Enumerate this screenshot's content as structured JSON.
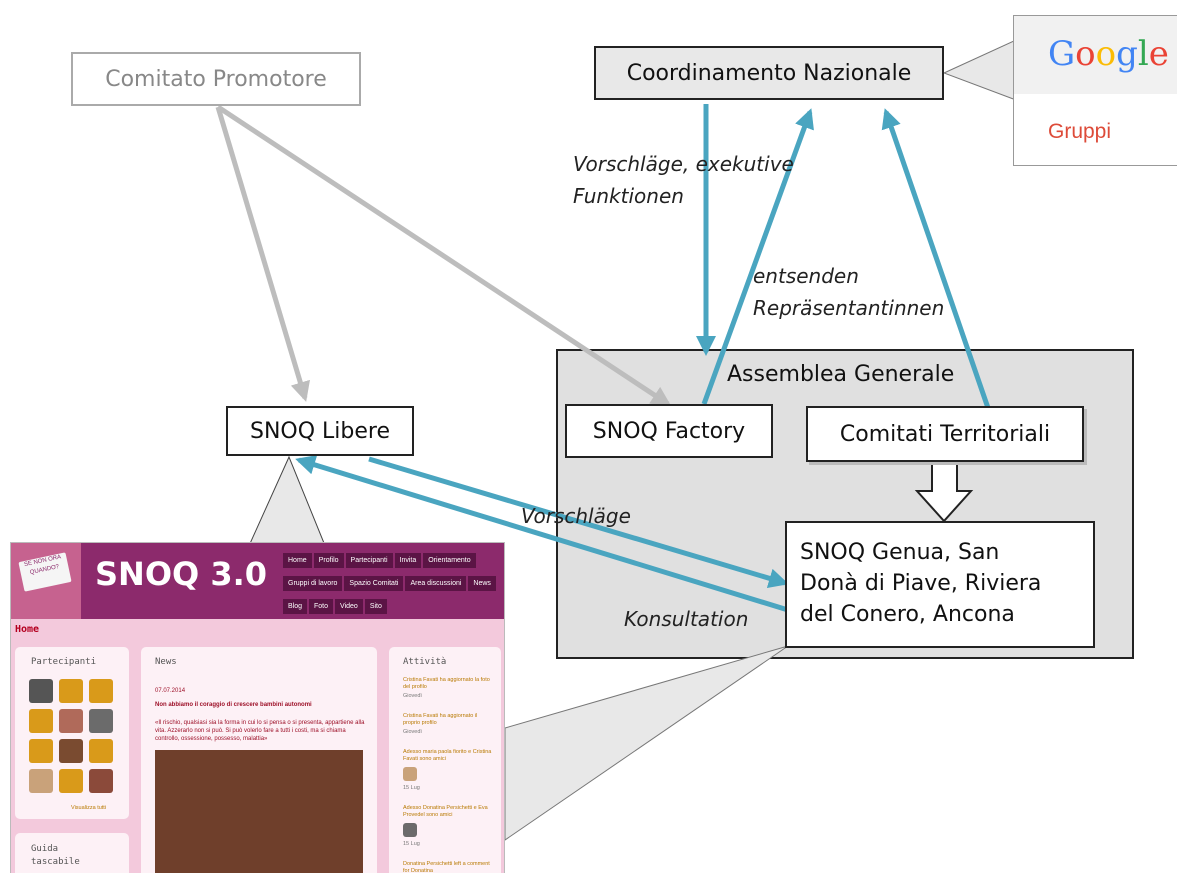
{
  "diagram": {
    "nodes": {
      "comitato_promotore": "Comitato Promotore",
      "coordinamento_nazionale": "Coordinamento Nazionale",
      "assemblea_generale": "Assemblea Generale",
      "snoq_libere": "SNOQ Libere",
      "snoq_factory": "SNOQ Factory",
      "comitati_territoriali": "Comitati Territoriali",
      "snoq_local": {
        "line1": "SNOQ Genua, San",
        "line2": "Donà di Piave, Riviera",
        "line3": "del Conero, Ancona"
      }
    },
    "edge_labels": {
      "vorschlaege_exekutive": {
        "line1": "Vorschläge, exekutive",
        "line2": "Funktionen"
      },
      "entsenden": {
        "line1": "entsenden",
        "line2": "Repräsentantinnen"
      },
      "vorschlaege": "Vorschläge",
      "konsultation": "Konsultation"
    },
    "callout_google": {
      "logo": "Google",
      "label": "Gruppi"
    },
    "colors": {
      "arrow_blue": "#4aa5c0",
      "arrow_gray": "#bdbdbd",
      "assembly_fill": "#e0e0e0"
    }
  },
  "website": {
    "title": "SNOQ 3.0",
    "badge": "SE NON ORA QUANDO?",
    "menu": [
      "Home",
      "Profilo",
      "Partecipanti",
      "Invita",
      "Orientamento",
      "Gruppi di lavoro",
      "Spazio Comitati",
      "Area discussioni",
      "News",
      "Blog",
      "Foto",
      "Video",
      "Sito"
    ],
    "page_heading": "Home",
    "participants_heading": "Partecipanti",
    "view_all": "Visualizza tutti",
    "guide_heading": "Guida tascabile",
    "news_heading": "News",
    "news_date": "07.07.2014",
    "news_headline": "Non abbiamo il coraggio di crescere bambini autonomi",
    "news_body": "«Il rischio, qualsiasi sia la forma in cui lo si pensa o si presenta, appartiene alla vita. Azzerarlo non si può. Si può volerlo fare a tutti i costi, ma si chiama controllo, ossessione, possesso, malattia»",
    "activity_heading": "Attività",
    "activity": [
      {
        "text": "Cristina Favati ha aggiornato la foto del profilo",
        "time": "Giovedì"
      },
      {
        "text": "Cristina Favati ha aggiornato il proprio profilo",
        "time": "Giovedì"
      },
      {
        "text": "Adesso maria paola fiorito e Cristina Favati sono amici",
        "time": "15 Lug"
      },
      {
        "text": "Adesso Donatina Persichetti e Eva Provedel sono amici",
        "time": "15 Lug"
      },
      {
        "text": "Donatina Persichetti left a comment for Donatina",
        "time": ""
      }
    ]
  }
}
